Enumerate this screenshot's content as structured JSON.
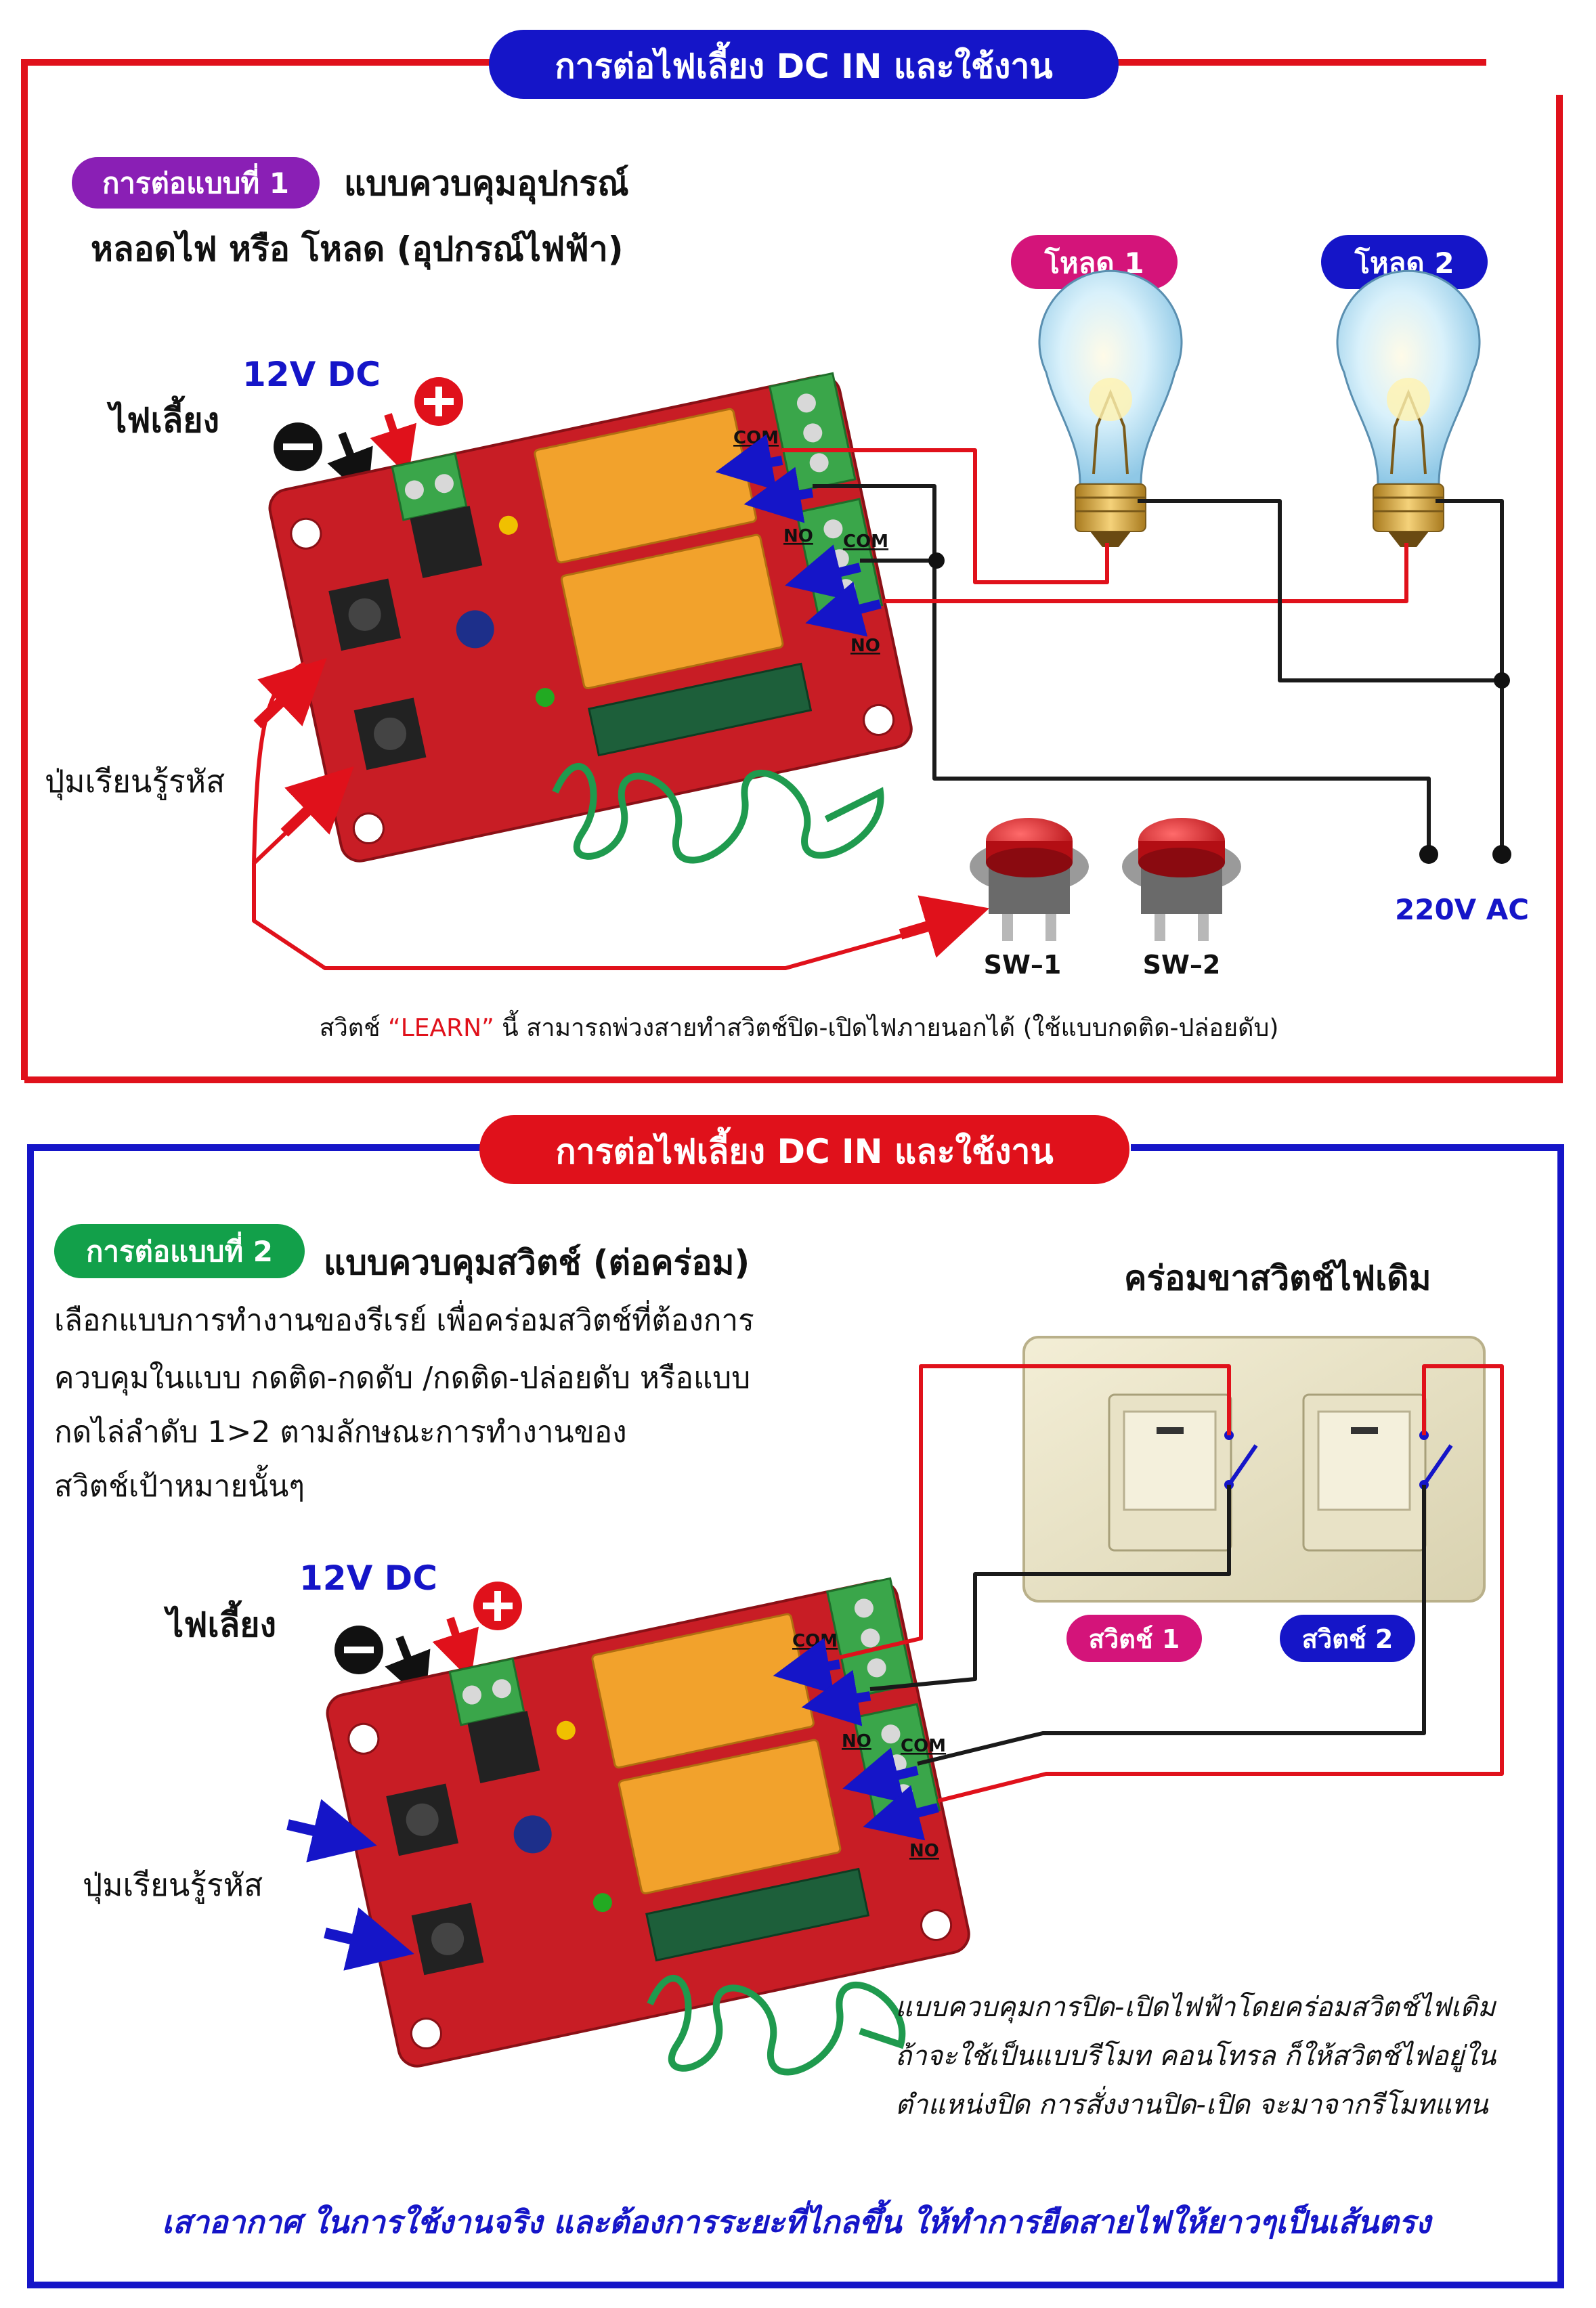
{
  "colors": {
    "red_frame": "#e0111b",
    "blue_frame": "#1515c8",
    "header_blue": "#1515c8",
    "header_red": "#e0111b",
    "pill_purple": "#8a1fb5",
    "pill_magenta": "#d4147a",
    "pill_blue": "#1515c8",
    "pill_green": "#12a04a",
    "board_red": "#c81d25",
    "terminal_green": "#3aa64a",
    "relay_orange": "#f2a22c",
    "antenna_green": "#1f9a4e"
  },
  "section1": {
    "header": "การต่อไฟเลี้ยง DC IN และใช้งาน",
    "method_pill": "การต่อแบบที่ 1",
    "method_title": "แบบควบคุมอุปกรณ์",
    "subtitle": "หลอดไฟ หรือ โหลด (อุปกรณ์ไฟฟ้า)",
    "load1": "โหลด 1",
    "load2": "โหลด 2",
    "voltage": "12V DC",
    "power_label": "ไฟเลี้ยง",
    "plus": "+",
    "minus": "−",
    "com1": "COM",
    "no1": "NO",
    "com2": "COM",
    "no2": "NO",
    "learn_label": "ปุ่มเรียนรู้รหัส",
    "sw1": "SW–1",
    "sw2": "SW–2",
    "ac": "220V AC",
    "note_prefix": "สวิตช์ ",
    "note_learn": "“LEARN”",
    "note_suffix": " นี้ สามารถพ่วงสายทำสวิตช์ปิด-เปิดไฟภายนอกได้ (ใช้แบบกดติด-ปล่อยดับ)"
  },
  "section2": {
    "header": "การต่อไฟเลี้ยง DC IN และใช้งาน",
    "method_pill": "การต่อแบบที่ 2",
    "method_title": "แบบควบคุมสวิตช์ (ต่อคร่อม)",
    "desc": [
      "เลือกแบบการทำงานของรีเรย์ เพื่อคร่อมสวิตช์ที่ต้องการ",
      "ควบคุมในแบบ กดติด-กดดับ /กดติด-ปล่อยดับ หรือแบบ",
      "กดไล่ลำดับ 1>2  ตามลักษณะการทำงานของ",
      "สวิตช์เป้าหมายนั้นๆ"
    ],
    "existing_switch": "คร่อมขาสวิตช์ไฟเดิม",
    "switch1": "สวิตช์ 1",
    "switch2": "สวิตช์ 2",
    "voltage": "12V DC",
    "power_label": "ไฟเลี้ยง",
    "plus": "+",
    "minus": "−",
    "com1": "COM",
    "no1": "NO",
    "com2": "COM",
    "no2": "NO",
    "learn_label": "ปุ่มเรียนรู้รหัส",
    "note": [
      "แบบควบคุมการปิด-เปิดไฟฟ้าโดยคร่อมสวิตช์ไฟเดิม",
      "ถ้าจะใช้เป็นแบบรีโมท คอนโทรล ก็ให้สวิตช์ไฟอยู่ใน",
      "ตำแหน่งปิด  การสั่งงานปิด-เปิด จะมาจากรีโมทแทน"
    ],
    "footer": "เสาอากาศ ในการใช้งานจริง และต้องการระยะที่ไกลขึ้น ให้ทำการยืดสายไฟให้ยาวๆเป็นเส้นตรง"
  }
}
